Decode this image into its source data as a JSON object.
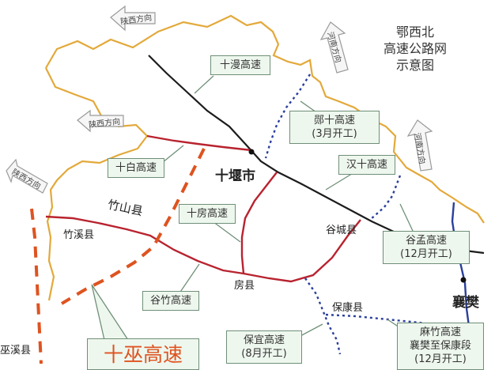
{
  "title": [
    "鄂西北",
    "高速公路网",
    "示意图"
  ],
  "cities": {
    "shiyan": "十堰市",
    "xiangfan": "襄樊",
    "zhushan": "竹山县",
    "zhuxi": "竹溪县",
    "gucheng": "谷城县",
    "fangxian": "房县",
    "baokang": "保康县",
    "wuxi": "巫溪县"
  },
  "highways": {
    "shiman": "十漫高速",
    "yunshi_name": "郧十高速",
    "yunshi_note": "(3月开工)",
    "shibai": "十白高速",
    "hanshi": "汉十高速",
    "shifang": "十房高速",
    "gumeng_name": "谷孟高速",
    "gumeng_note": "(12月开工)",
    "guzhu": "谷竹高速",
    "baoyi_name": "保宜高速",
    "baoyi_note": "(8月开工)",
    "mazhu_name": "麻竹高速",
    "mazhu_seg": "襄樊至保康段",
    "mazhu_note": "(12月开工)",
    "shiwu": "十巫高速"
  },
  "directions": {
    "shaanxi": "陕西方向",
    "henan": "河南方向"
  },
  "colors": {
    "province_border": "#e3a93a",
    "existing_highway": "#1c1c1c",
    "planned_highway": "#b8232f",
    "under_construction": "#2a3f9c",
    "shiwu_highway": "#de5320",
    "callout_fill": "#eef7ee",
    "callout_border": "#6f8f78"
  }
}
